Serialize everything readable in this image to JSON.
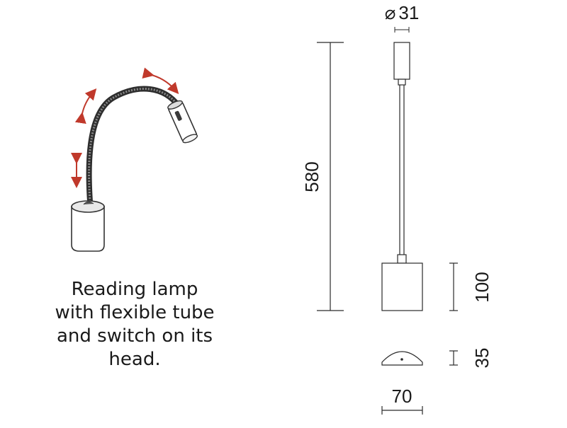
{
  "caption": {
    "lines": [
      "Reading lamp",
      "with flexible tube",
      "and switch on its",
      "head."
    ]
  },
  "dimensions": {
    "diameter_symbol": "⌀",
    "diameter": "31",
    "height_total": "580",
    "base_height": "100",
    "base_depth": "35",
    "base_width": "70"
  },
  "colors": {
    "line": "#2a2a2a",
    "arrow": "#c0392b",
    "tube": "#3a3a3a"
  }
}
